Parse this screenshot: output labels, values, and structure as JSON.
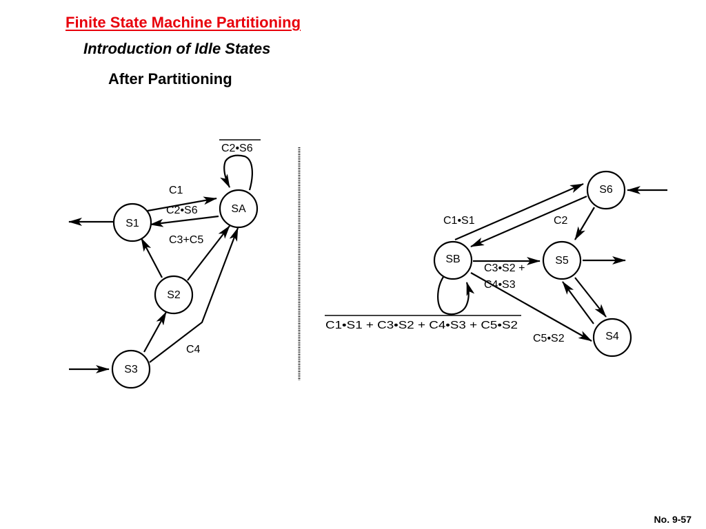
{
  "slide": {
    "title": "Finite State Machine Partitioning",
    "subtitle": "Introduction of Idle States",
    "heading": "After Partitioning",
    "page_number": "No. 9-57"
  },
  "left_fsm": {
    "states": {
      "s1": "S1",
      "sa": "SA",
      "s2": "S2",
      "s3": "S3"
    },
    "edges": {
      "sa_self": "C2•S6",
      "s1_to_sa": "C1",
      "sa_to_s1": "C2•S6",
      "s2_to_sa": "C3+C5",
      "s3_to_sa": "C4"
    }
  },
  "right_fsm": {
    "states": {
      "sb": "SB",
      "s6": "S6",
      "s5": "S5",
      "s4": "S4"
    },
    "edges": {
      "sb_to_s6": "C1•S1",
      "s6_to_s5": "C2",
      "sb_to_s5_line1": "C3•S2 +",
      "sb_to_s5_line2": "C4•S3",
      "sb_self": "C1•S1 + C3•S2 + C4•S3 + C5•S2",
      "sb_to_s4": "C5•S2"
    }
  },
  "colors": {
    "title": "#e8000b",
    "ink": "#000000"
  }
}
